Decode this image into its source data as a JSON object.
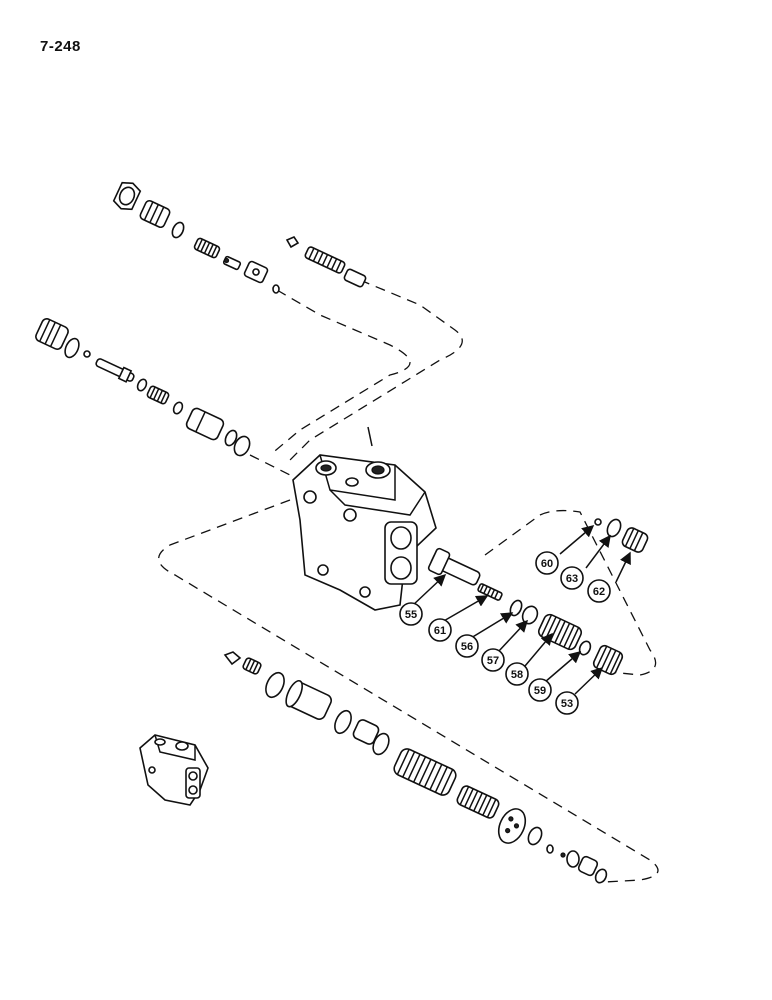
{
  "page": {
    "number": "7-248"
  },
  "callouts": [
    {
      "id": "c55",
      "label": "55"
    },
    {
      "id": "c61",
      "label": "61"
    },
    {
      "id": "c56",
      "label": "56"
    },
    {
      "id": "c57",
      "label": "57"
    },
    {
      "id": "c58",
      "label": "58"
    },
    {
      "id": "c59",
      "label": "59"
    },
    {
      "id": "c53",
      "label": "53"
    },
    {
      "id": "c60",
      "label": "60"
    },
    {
      "id": "c63",
      "label": "63"
    },
    {
      "id": "c62",
      "label": "62"
    }
  ]
}
